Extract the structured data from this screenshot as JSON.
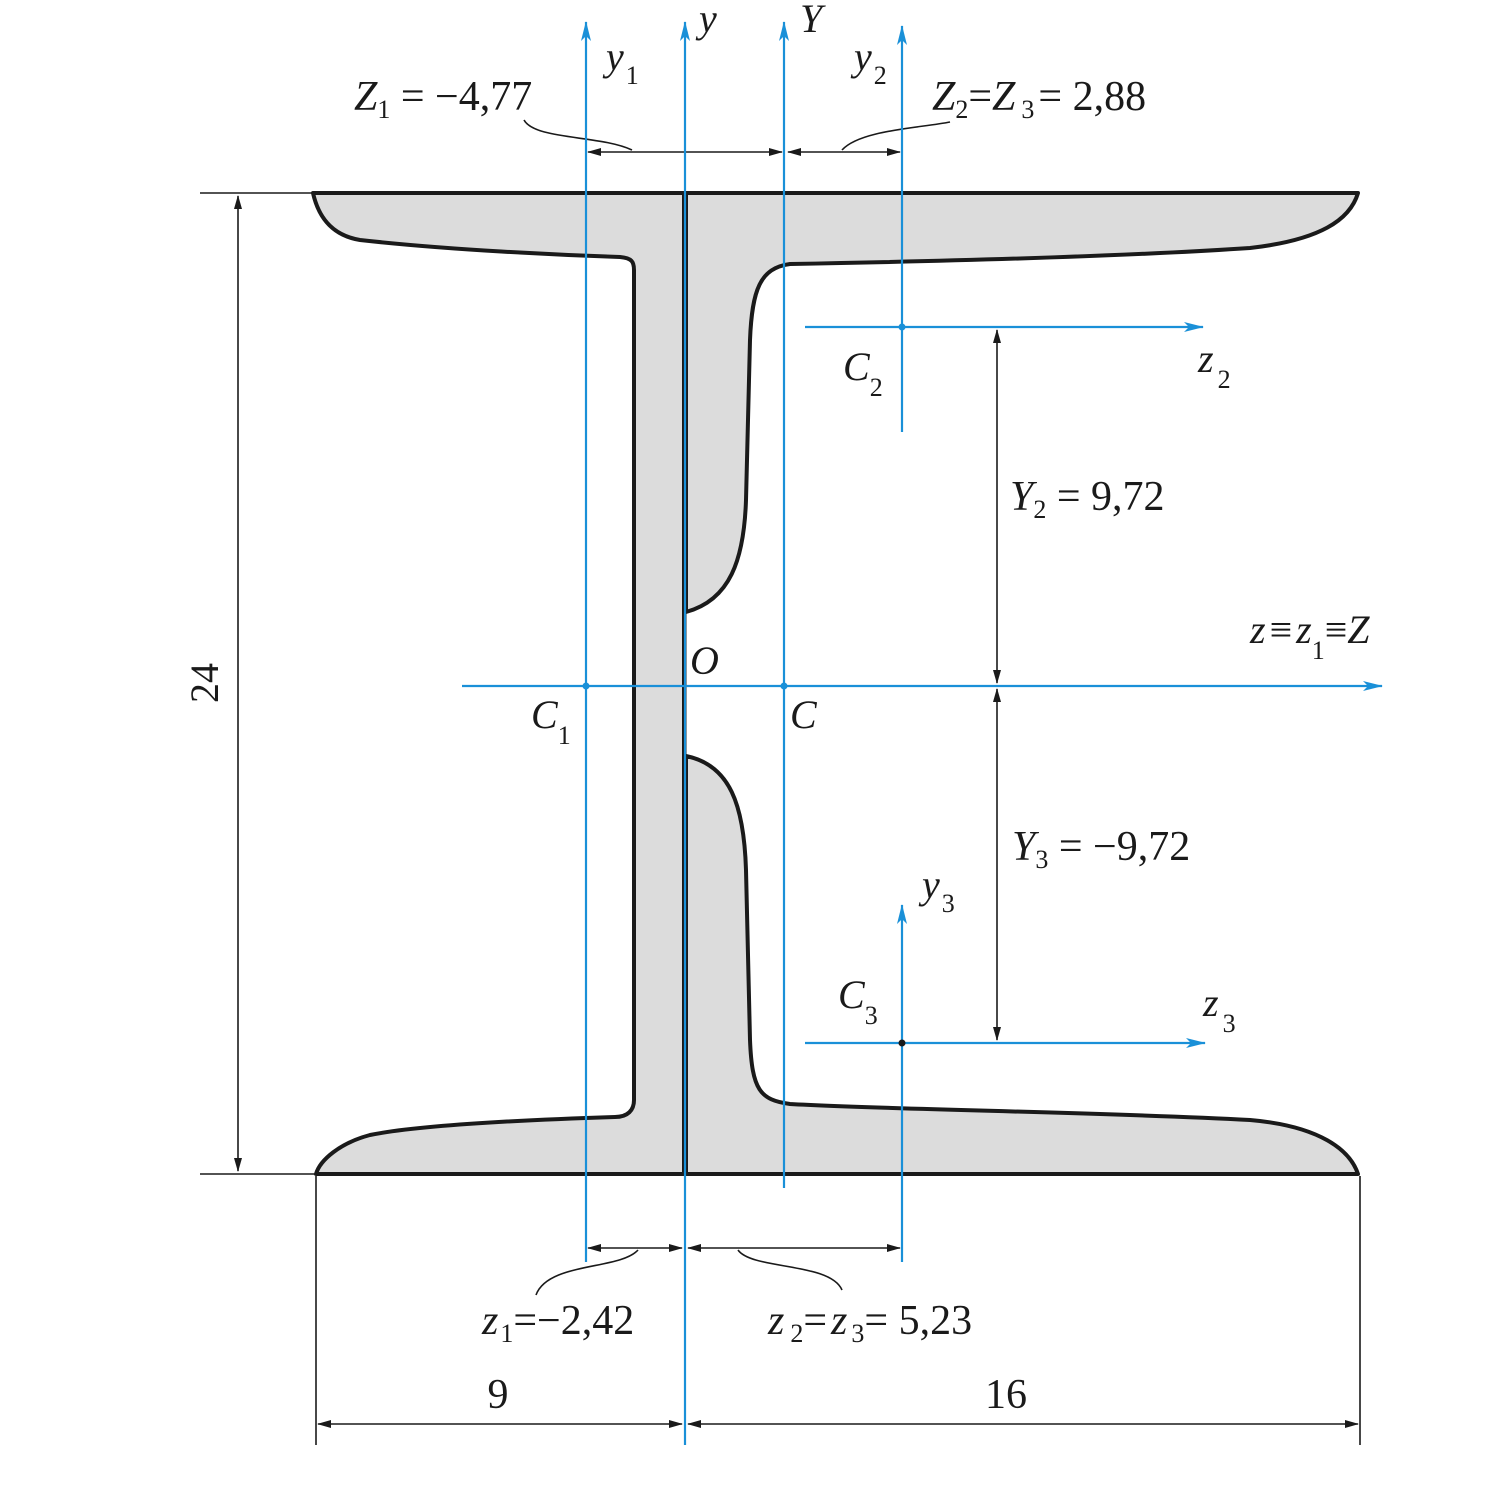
{
  "axes": {
    "y": "y",
    "Y": "Y",
    "y1_main": "y",
    "y1_sub": "1",
    "y2_main": "y",
    "y2_sub": "2",
    "y3_main": "y",
    "y3_sub": "3",
    "z2_main": "z",
    "z2_sub": "2",
    "z3_main": "z",
    "z3_sub": "3",
    "common_z_a": "z",
    "common_z_eq1": "≡",
    "common_z_b": "z",
    "common_z_b_sub": "1",
    "common_z_eq2": "≡",
    "common_z_c": "Z"
  },
  "points": {
    "O": "O",
    "C": "C",
    "C1_main": "C",
    "C1_sub": "1",
    "C2_main": "C",
    "C2_sub": "2",
    "C3_main": "C",
    "C3_sub": "3"
  },
  "labels": {
    "Z1_var": "Z",
    "Z1_sub": "1",
    "Z1_val": " = −4,77",
    "Z23_var1": "Z",
    "Z23_sub1": "2",
    "Z23_eq": "=",
    "Z23_var2": "Z",
    "Z23_sub2": "3",
    "Z23_val": "= 2,88",
    "Y2_var": "Y",
    "Y2_sub": "2",
    "Y2_val": " = 9,72",
    "Y3_var": "Y",
    "Y3_sub": "3",
    "Y3_val": " = −9,72",
    "z1_var": "z",
    "z1_sub": "1",
    "z1_val": "=−2,42",
    "z23_var1": "z",
    "z23_sub1": "2",
    "z23_eq": "=",
    "z23_var2": "z",
    "z23_sub2": "3",
    "z23_val": "= 5,23"
  },
  "dimensions": {
    "height": "24",
    "left_width": "9",
    "right_width": "16"
  },
  "colors": {
    "axis": "#1a90d8",
    "fill": "#dcdcdc",
    "outline": "#1a1a1a"
  }
}
